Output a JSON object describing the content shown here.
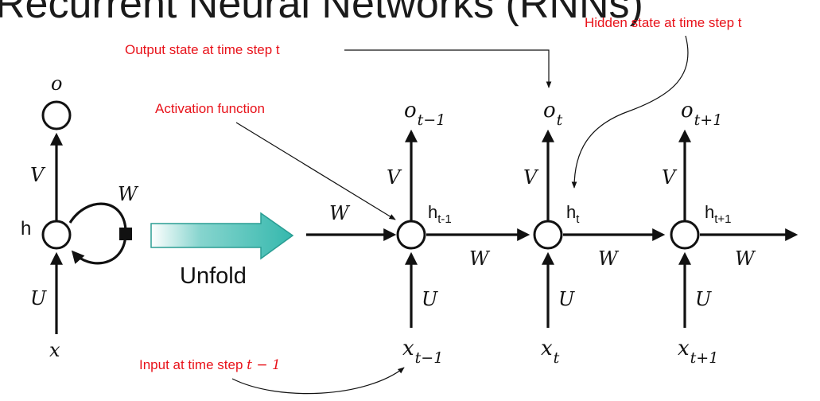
{
  "title": "Recurrent Neural Networks (RNNs)",
  "annotations": {
    "output_state": "Output state at time step t",
    "hidden_state": "Hidden state at time step t",
    "activation": "Activation function",
    "input_state": "Input at time step ",
    "input_math": "t − 1"
  },
  "folded": {
    "output": "o",
    "hidden": "h",
    "input": "x",
    "v": "V",
    "u": "U",
    "w": "W"
  },
  "unfold_label": "Unfold",
  "unfold_arrow_color": "#35b8ad",
  "steps": [
    {
      "o": "o",
      "o_sub": "t−1",
      "h": "h",
      "h_sub": "t-1",
      "x": "x",
      "x_sub": "t−1"
    },
    {
      "o": "o",
      "o_sub": "t",
      "h": "h",
      "h_sub": "t",
      "x": "x",
      "x_sub": "t"
    },
    {
      "o": "o",
      "o_sub": "t+1",
      "h": "h",
      "h_sub": "t+1",
      "x": "x",
      "x_sub": "t+1"
    }
  ],
  "weights": {
    "v": "V",
    "u": "U",
    "w": "W"
  },
  "colors": {
    "annotation": "#e8121a",
    "ink": "#111111",
    "unfold_arrow": "#35b8ad"
  }
}
